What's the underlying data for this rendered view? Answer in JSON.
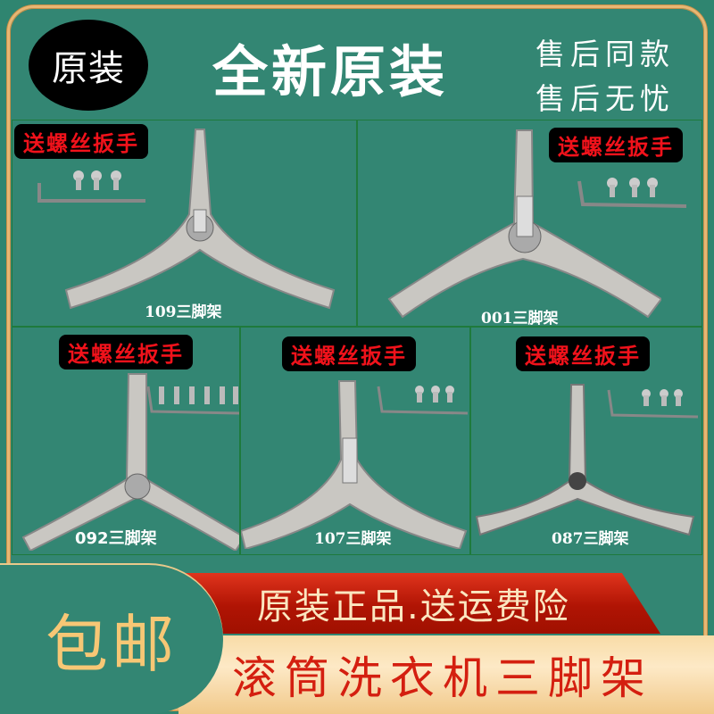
{
  "header": {
    "badge": "原装",
    "title": "全新原装",
    "side_lines": [
      "售后同款",
      "售后无忧"
    ]
  },
  "products": [
    {
      "model": "109三脚架",
      "gift": "送螺丝扳手",
      "screws": 3
    },
    {
      "model": "001三脚架",
      "gift": "送螺丝扳手",
      "screws": 3
    },
    {
      "model": "092三脚架",
      "gift": "送螺丝扳手",
      "screws": 6
    },
    {
      "model": "107三脚架",
      "gift": "送螺丝扳手",
      "screws": 3
    },
    {
      "model": "087三脚架",
      "gift": "送螺丝扳手",
      "screws": 3
    }
  ],
  "footer": {
    "free_shipping": "包邮",
    "promo": "原装正品.送运费险",
    "product_name": "滚筒洗衣机三脚架"
  },
  "colors": {
    "background": "#338673",
    "frame_gold": "#e7b774",
    "gift_red": "#f1121b",
    "ribbon_red": "#b01404",
    "ribbon_cream": "#fde9c6",
    "free_shipping_text": "#f7c775"
  }
}
